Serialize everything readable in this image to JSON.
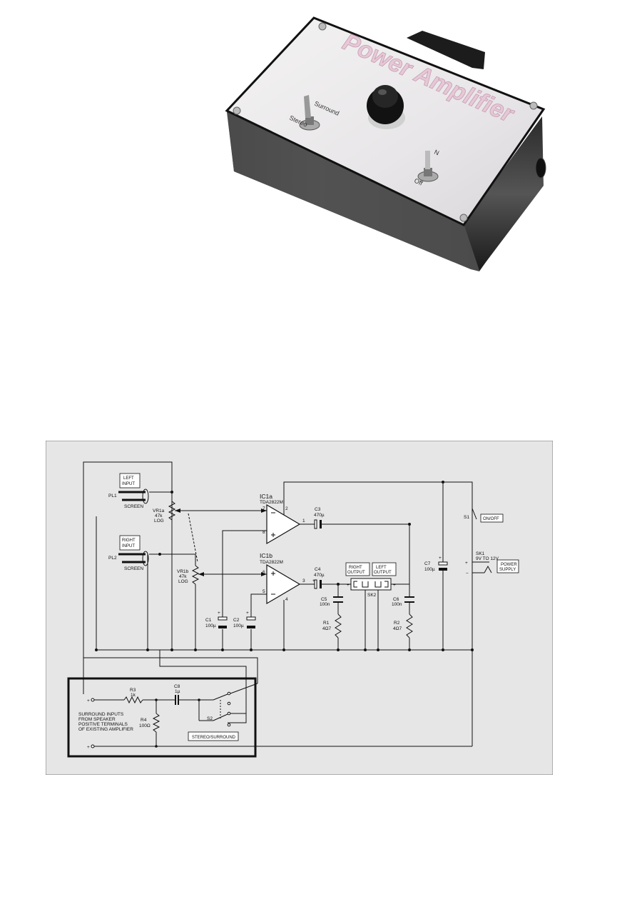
{
  "photo": {
    "case_title": "Power Amplifier",
    "switch_left_top": "Surround",
    "switch_left_bottom": "Stereo",
    "switch_right_top": "N",
    "switch_right_bottom": "Off"
  },
  "schematic": {
    "boxes": {
      "left_input": [
        "LEFT",
        "INPUT"
      ],
      "right_input": [
        "RIGHT",
        "INPUT"
      ],
      "on_off": "ON/OFF",
      "power_supply": [
        "POWER",
        "SUPPLY"
      ],
      "right_output": [
        "RIGHT",
        "OUTPUT"
      ],
      "left_output": [
        "LEFT",
        "OUTPUT"
      ],
      "stereo_surround": "STEREO/SURROUND"
    },
    "labels": {
      "pl1": "PL1",
      "pl2": "PL2",
      "screen1": "SCREEN",
      "screen2": "SCREEN",
      "vr1a": [
        "VR1a",
        "47k",
        "LOG"
      ],
      "vr1b": [
        "VR1b",
        "47k",
        "LOG"
      ],
      "ic1a": "IC1a",
      "ic1a_part": "TDA2822M",
      "ic1b": "IC1b",
      "ic1b_part": "TDA2822M",
      "c1": [
        "C1",
        "100µ"
      ],
      "c2": [
        "C2",
        "100µ"
      ],
      "c3": [
        "C3",
        "470µ"
      ],
      "c4": [
        "C4",
        "470µ"
      ],
      "c5": [
        "C5",
        "100n"
      ],
      "c6": [
        "C6",
        "100n"
      ],
      "c7": [
        "C7",
        "100µ"
      ],
      "c8": [
        "C8",
        "1µ"
      ],
      "r1": [
        "R1",
        "4Ω7"
      ],
      "r2": [
        "R2",
        "4Ω7"
      ],
      "r3": [
        "R3",
        "1k"
      ],
      "r4": [
        "R4",
        "100Ω"
      ],
      "s1": "S1",
      "s2": "S2",
      "sk1": [
        "SK1",
        "9V TO 12V"
      ],
      "sk2": "SK2",
      "surround_text": [
        "SURROUND INPUTS",
        "FROM SPEAKER",
        "POSITIVE TERMINALS",
        "OF EXISTING AMPLIFIER"
      ],
      "pin7": "7",
      "pin8": "8",
      "pin2": "2",
      "pin1": "1",
      "pin6": "6",
      "pin5": "5",
      "pin4": "4",
      "pin3": "3",
      "minus": "−",
      "plus": "+"
    }
  }
}
